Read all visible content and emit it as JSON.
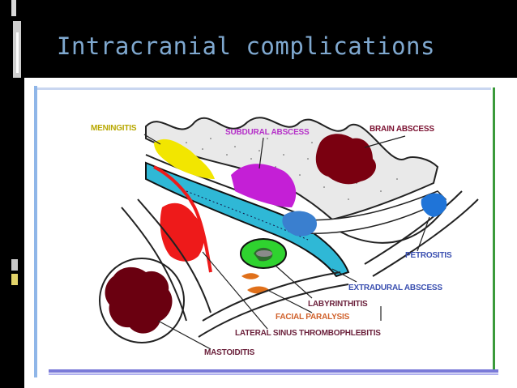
{
  "slide": {
    "title": "Intracranial complications"
  },
  "diagram": {
    "labels": {
      "meningitis": "MENINGITIS",
      "subdural_abscess": "SUBDURAL ABSCESS",
      "brain_abscess": "BRAIN ABSCESS",
      "petrositis": "PETROSITIS",
      "extradural_abscess": "EXTRADURAL ABSCESS",
      "labyrinthitis": "LABYRINTHITIS",
      "facial_paralysis": "FACIAL PARALYSIS",
      "lateral_sinus": "LATERAL SINUS THROMBOPHLEBITIS",
      "mastoiditis": "MASTOIDITIS"
    },
    "colors": {
      "meningitis": "#f2e600",
      "subdural_abscess": "#c41fd6",
      "brain_abscess": "#7a0010",
      "petrositis": "#1f74d8",
      "extradural_abscess": "#2fb8d6",
      "labyrinthitis": "#2fd22f",
      "facial_paralysis": "#e0701a",
      "lateral_sinus": "#ee1a1a",
      "mastoiditis": "#6a0010",
      "label_meningitis": "#b8a800",
      "label_subdural": "#b530c8",
      "label_brain": "#7a1030",
      "label_blue": "#3a4fb0",
      "label_dark": "#6a1f3a",
      "label_facial": "#d0602a"
    }
  }
}
